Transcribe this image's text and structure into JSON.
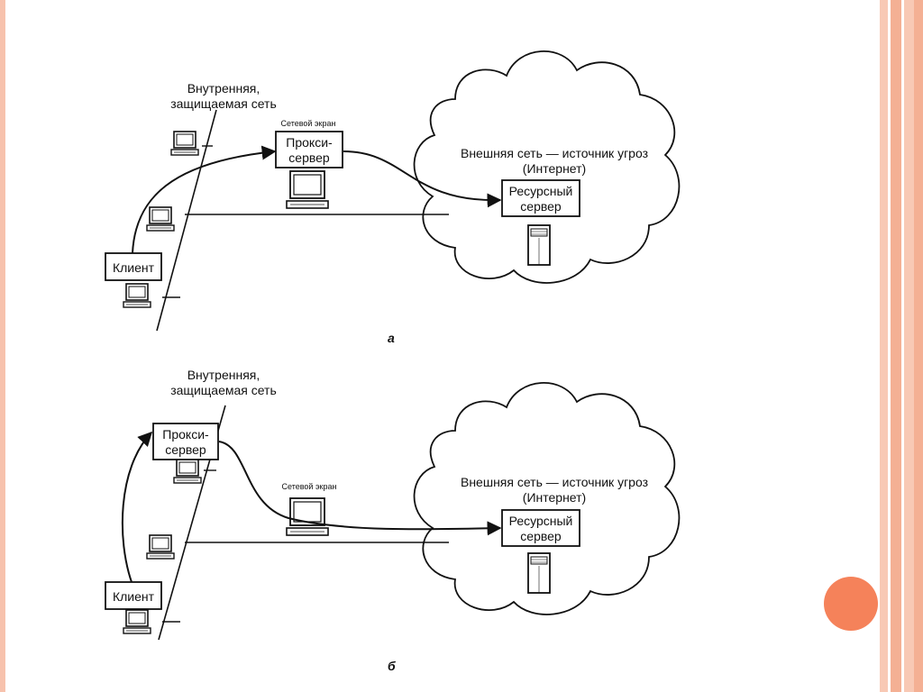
{
  "header_text": "",
  "panel_a": {
    "letter": "а",
    "internal_net_line1": "Внутренняя,",
    "internal_net_line2": "защищаемая сеть",
    "firewall_label": "Сетевой экран",
    "proxy_line1": "Прокси-",
    "proxy_line2": "сервер",
    "client_label": "Клиент",
    "cloud_line1": "Внешняя сеть — источник угроз",
    "cloud_line2": "(Интернет)",
    "resource_line1": "Ресурсный",
    "resource_line2": "сервер"
  },
  "panel_b": {
    "letter": "б",
    "internal_net_line1": "Внутренняя,",
    "internal_net_line2": "защищаемая сеть",
    "firewall_label": "Сетевой экран",
    "proxy_line1": "Прокси-",
    "proxy_line2": "сервер",
    "client_label": "Клиент",
    "cloud_line1": "Внешняя сеть — источник угроз",
    "cloud_line2": "(Интернет)",
    "resource_line1": "Ресурсный",
    "resource_line2": "сервер"
  },
  "colors": {
    "accent_dot": "#f5825a",
    "frame_light": "#f8c9b5",
    "frame_dark": "#f4b094",
    "ink": "#111111"
  }
}
